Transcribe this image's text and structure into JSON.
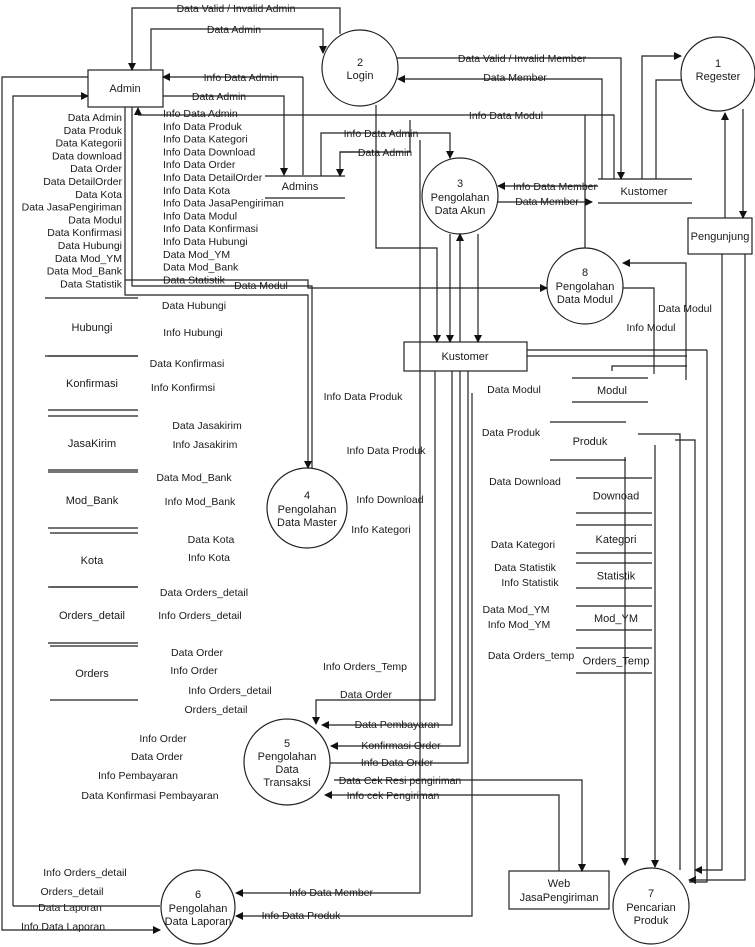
{
  "diagram": {
    "type": "data-flow-diagram",
    "entities": [
      {
        "id": "admin",
        "label": "Admin"
      },
      {
        "id": "pengunjung",
        "label": "Pengunjung"
      },
      {
        "id": "kustomer_ext",
        "label": "Kustomer"
      },
      {
        "id": "web_jasa",
        "label": [
          "Web",
          "JasaPengiriman"
        ]
      }
    ],
    "processes": [
      {
        "id": "p1",
        "number": "1",
        "label": [
          "Regester"
        ]
      },
      {
        "id": "p2",
        "number": "2",
        "label": [
          "Login"
        ]
      },
      {
        "id": "p3",
        "number": "3",
        "label": [
          "Pengolahan",
          "Data Akun"
        ]
      },
      {
        "id": "p4",
        "number": "4",
        "label": [
          "Pengolahan",
          "Data Master"
        ]
      },
      {
        "id": "p5",
        "number": "5",
        "label": [
          "Pengolahan",
          "Data",
          "Transaksi"
        ]
      },
      {
        "id": "p6",
        "number": "6",
        "label": [
          "Pengolahan",
          "Data Laporan"
        ]
      },
      {
        "id": "p7",
        "number": "7",
        "label": [
          "Pencarian",
          "Produk"
        ]
      },
      {
        "id": "p8",
        "number": "8",
        "label": [
          "Pengolahan",
          "Data Modul"
        ]
      }
    ],
    "stores": [
      {
        "id": "admins",
        "label": "Admins"
      },
      {
        "id": "kustomer_store",
        "label": "Kustomer"
      },
      {
        "id": "hubungi",
        "label": "Hubungi"
      },
      {
        "id": "konfirmasi",
        "label": "Konfirmasi"
      },
      {
        "id": "jasakirim",
        "label": "JasaKirim"
      },
      {
        "id": "mod_bank",
        "label": "Mod_Bank"
      },
      {
        "id": "kota",
        "label": "Kota"
      },
      {
        "id": "orders_detail",
        "label": "Orders_detail"
      },
      {
        "id": "orders",
        "label": "Orders"
      },
      {
        "id": "modul",
        "label": "Modul"
      },
      {
        "id": "produk",
        "label": "Produk"
      },
      {
        "id": "downoad",
        "label": "Downoad"
      },
      {
        "id": "kategori",
        "label": "Kategori"
      },
      {
        "id": "statistik",
        "label": "Statistik"
      },
      {
        "id": "mod_ym",
        "label": "Mod_YM"
      },
      {
        "id": "orders_temp",
        "label": "Orders_Temp"
      }
    ],
    "admin_to_master": [
      "Data Admin",
      "Data Produk",
      "Data Kategorii",
      "Data download",
      "Data Order",
      "Data DetailOrder",
      "Data Kota",
      "Data JasaPengiriman",
      "Data Modul",
      "Data Konfirmasi",
      "Data Hubungi",
      "Data Mod_YM",
      "Data Mod_Bank",
      "Data Statistik"
    ],
    "master_to_admin": [
      "Info Data Admin",
      "Info Data Produk",
      "Info Data Kategori",
      "Info Data Download",
      "Info Data Order",
      "Info Data DetailOrder",
      "Info Data Kota",
      "Info Data JasaPengiriman",
      "Info Data Modul",
      "Info Data Konfirmasi",
      "Info Data Hubungi",
      "Data Mod_YM",
      "Data Mod_Bank",
      "Data Statistik"
    ],
    "flows": {
      "valid_admin": "Data Valid / Invalid Admin",
      "data_admin_login": "Data Admin",
      "info_data_admin_top": "Info Data Admin",
      "data_admin_admins": "Data Admin",
      "valid_member": "Data Valid / Invalid Member",
      "data_member_login": "Data Member",
      "info_data_modul": "Info Data Modul",
      "info_data_admin_p3": "Info Data Admin",
      "data_admin_p3": "Data Admin",
      "info_data_member_p3": "Info Data Member",
      "data_member_p3": "Data Member",
      "data_modul_p8": "Data Modul",
      "data_modul_right": "Data Modul",
      "info_modul": "Info Modul",
      "data_hubungi": "Data Hubungi",
      "info_hubungi": "Info Hubungi",
      "data_konfirmasi": "Data Konfirmasi",
      "info_konfirmsi": "Info Konfirmsi",
      "data_jasakirim": "Data Jasakirim",
      "info_jasakirim": "Info Jasakirim",
      "data_mod_bank": "Data Mod_Bank",
      "info_mod_bank": "Info Mod_Bank",
      "data_kota": "Data Kota",
      "info_kota": "Info Kota",
      "data_orders_detail": "Data Orders_detail",
      "info_orders_detail": "Info Orders_detail",
      "data_order": "Data Order",
      "info_order": "Info Order",
      "info_data_produk_1": "Info Data Produk",
      "info_data_produk_2": "Info Data Produk",
      "data_modul_store": "Data Modul",
      "data_produk": "Data Produk",
      "info_download": "Info Download",
      "data_download": "Data Download",
      "info_kategori": "Info Kategori",
      "data_kategori": "Data Kategori",
      "data_statistik": "Data Statistik",
      "info_statistik": "Info Statistik",
      "data_mod_ym": "Data Mod_YM",
      "info_mod_ym": "Info Mod_YM",
      "data_orders_temp": "Data Orders_temp",
      "info_orders_temp": "Info Orders_Temp",
      "data_order_p5": "Data Order",
      "info_orders_detail_p5": "Info Orders_detail",
      "orders_detail_p5": "Orders_detail",
      "info_order_p5": "Info Order",
      "data_order_p5b": "Data Order",
      "info_pembayaran": "Info Pembayaran",
      "data_konfirmasi_pembayaran": "Data Konfirmasi Pembayaran",
      "data_pembayaran": "Data Pembayaran",
      "konfirmasi_order": "Konfirmasi Order",
      "info_data_order": "Info Data Order",
      "data_cek_resi": "Data Cek Resi pengiriman",
      "info_cek_pengiriman": "Info cek Pengiriman",
      "info_orders_detail_p6": "Info Orders_detail",
      "orders_detail_p6": "Orders_detail",
      "data_laporan": "Data Laporan",
      "info_data_laporan": "Info Data Laporan",
      "info_data_member_p6": "Info Data Member",
      "info_data_produk_p6": "Info Data Produk"
    }
  }
}
